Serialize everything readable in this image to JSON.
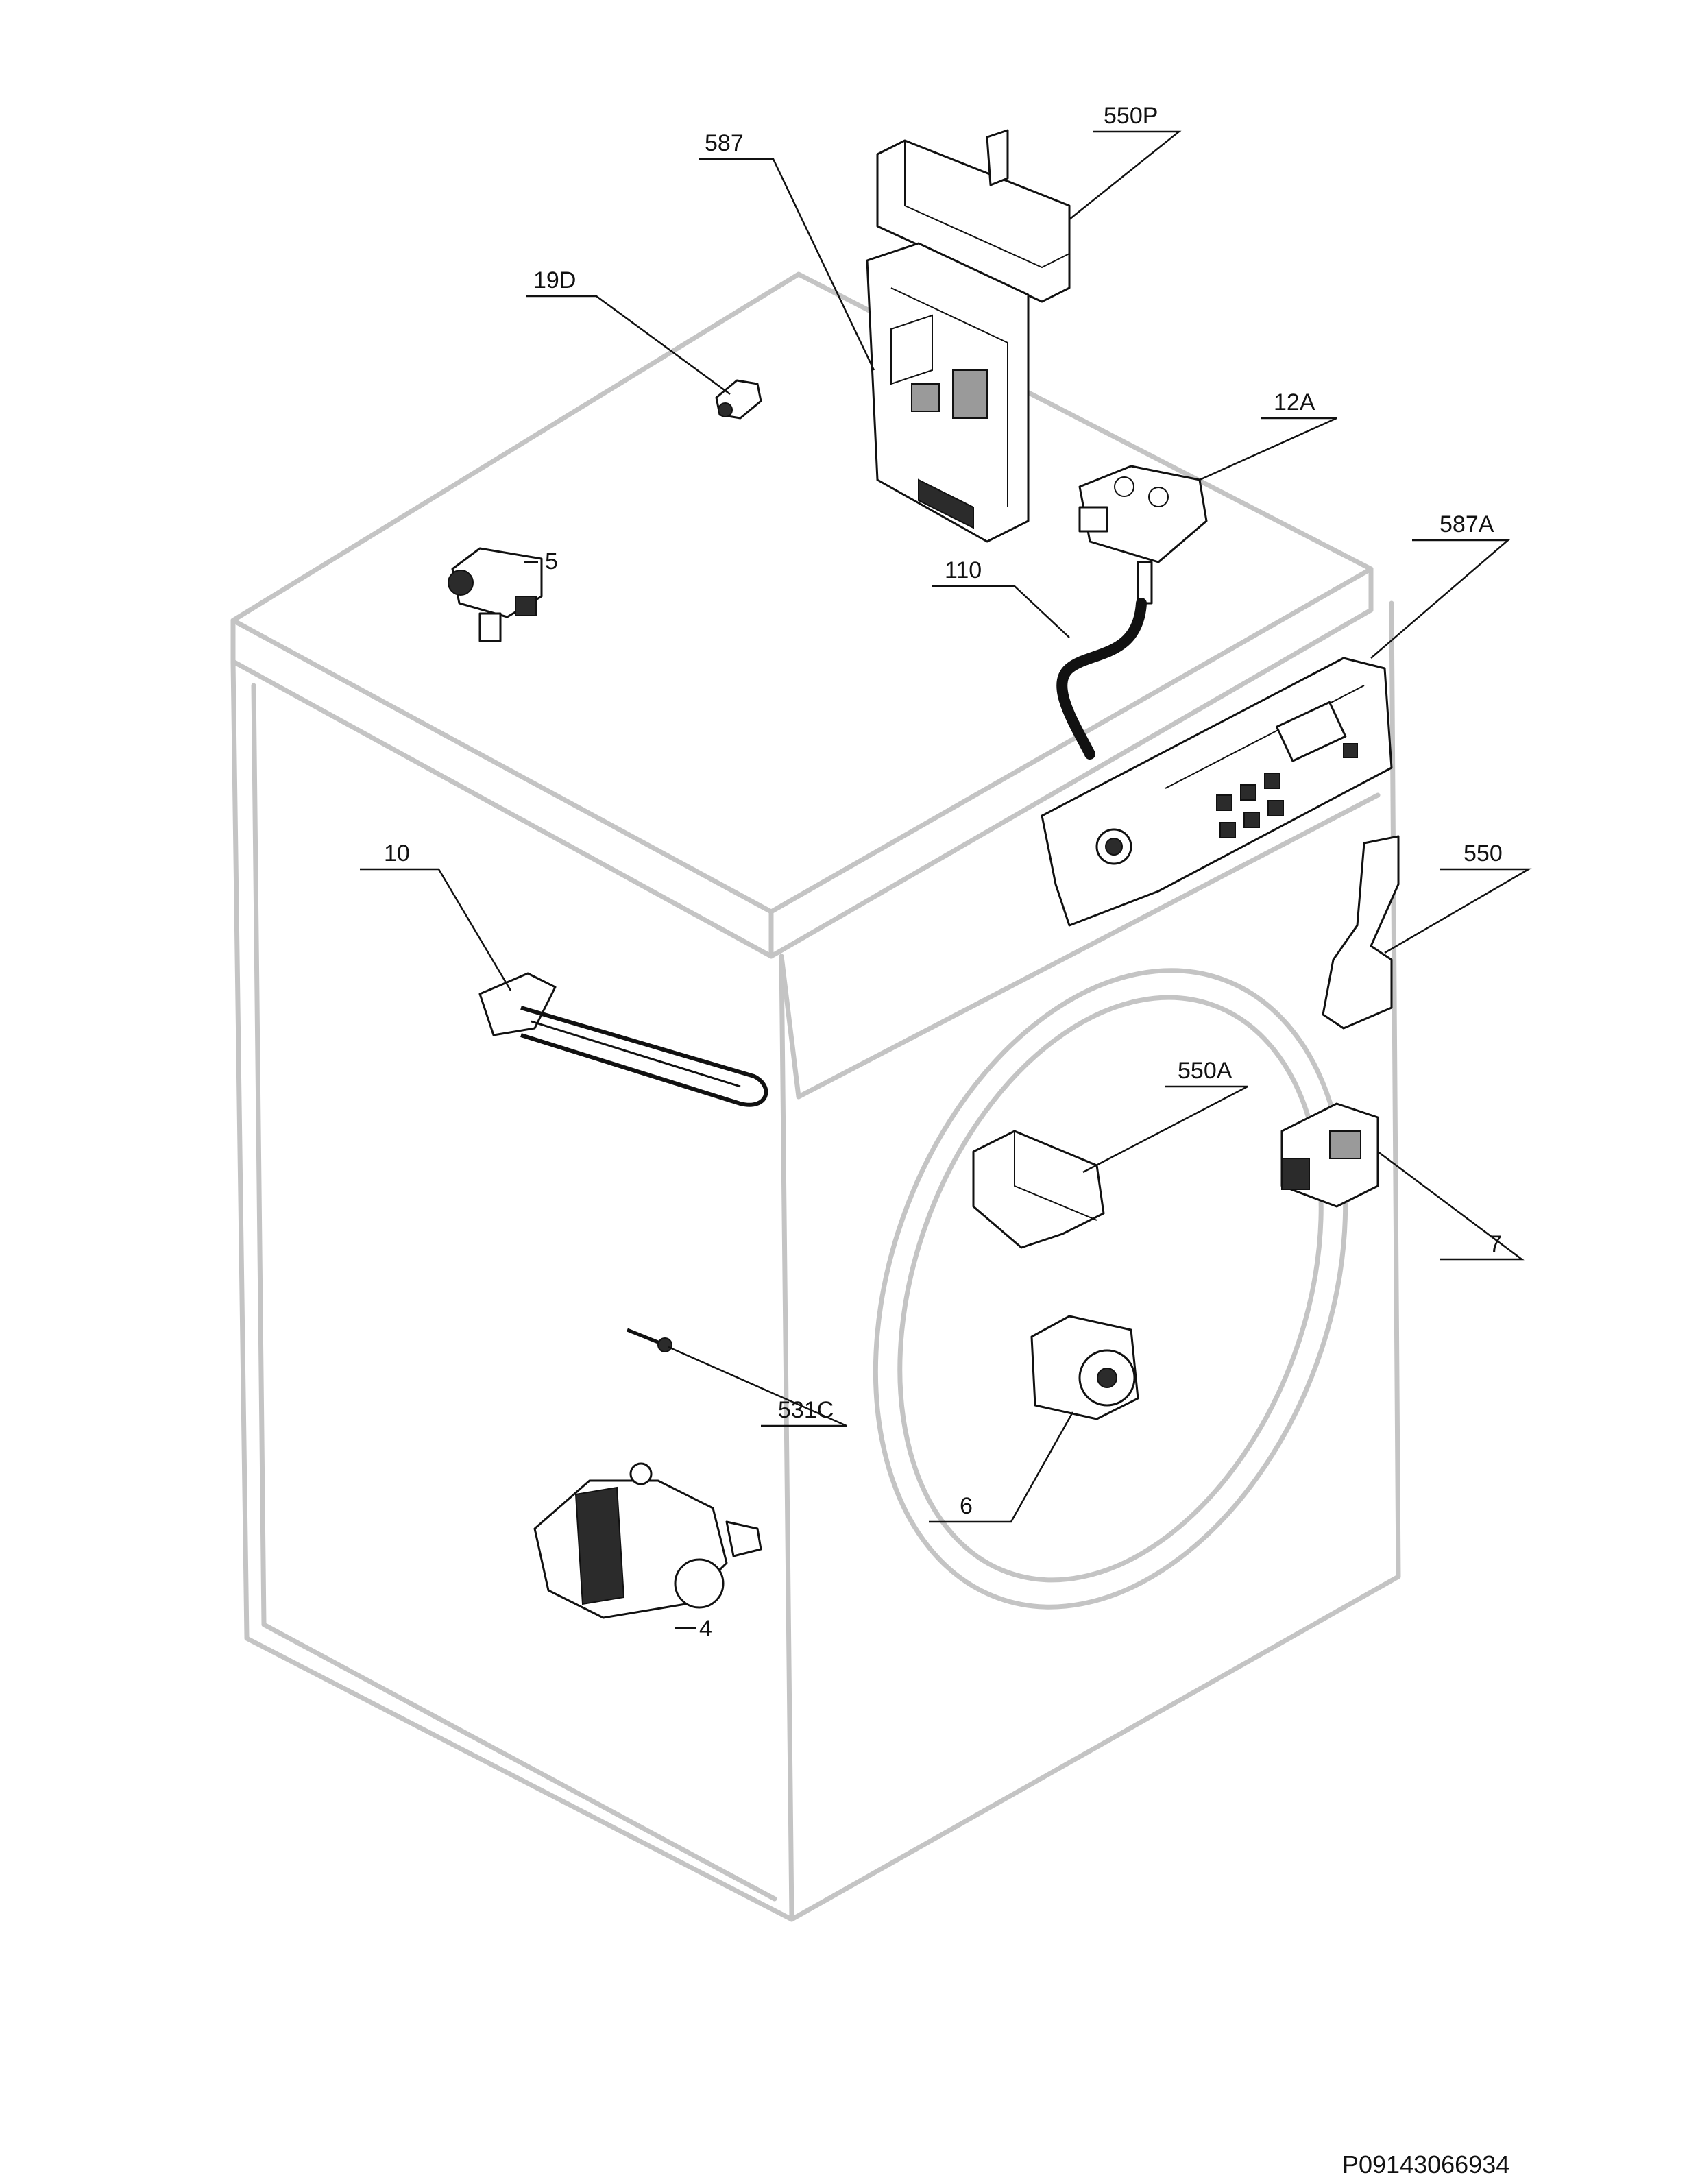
{
  "diagram": {
    "reference_code": "P09143066934",
    "callouts": [
      {
        "id": "587",
        "label": "587"
      },
      {
        "id": "550P",
        "label": "550P"
      },
      {
        "id": "19D",
        "label": "19D"
      },
      {
        "id": "12A",
        "label": "12A"
      },
      {
        "id": "5",
        "label": "5"
      },
      {
        "id": "587A",
        "label": "587A"
      },
      {
        "id": "110",
        "label": "110"
      },
      {
        "id": "10",
        "label": "10"
      },
      {
        "id": "550",
        "label": "550"
      },
      {
        "id": "550A",
        "label": "550A"
      },
      {
        "id": "7",
        "label": "7"
      },
      {
        "id": "531C",
        "label": "531C"
      },
      {
        "id": "6",
        "label": "6"
      },
      {
        "id": "4",
        "label": "4"
      }
    ]
  }
}
